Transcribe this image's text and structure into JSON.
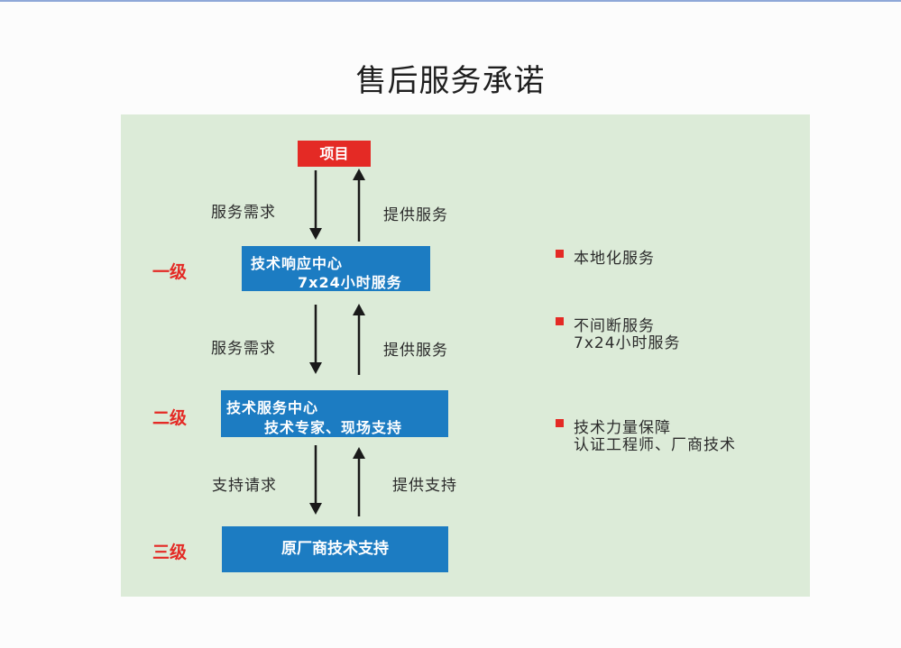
{
  "title": "售后服务承诺",
  "project_label": "项目",
  "levels": [
    {
      "label": "一级",
      "box_lines": [
        "技术响应中心",
        "7x24小时服务"
      ]
    },
    {
      "label": "二级",
      "box_lines": [
        "技术服务中心",
        "技术专家、现场支持"
      ]
    },
    {
      "label": "三级",
      "box_lines": [
        "原厂商技术支持"
      ]
    }
  ],
  "arrow_labels": [
    {
      "down": "服务需求",
      "up": "提供服务"
    },
    {
      "down": "服务需求",
      "up": "提供服务"
    },
    {
      "down": "支持请求",
      "up": "提供支持"
    }
  ],
  "bullets": [
    {
      "lines": [
        "本地化服务"
      ]
    },
    {
      "lines": [
        "不间断服务",
        "7x24小时服务"
      ]
    },
    {
      "lines": [
        "技术力量保障",
        "认证工程师、厂商技术"
      ]
    }
  ],
  "colors": {
    "red": "#e42a25",
    "blue": "#1c7cc2",
    "panel": "#dcebd8"
  }
}
